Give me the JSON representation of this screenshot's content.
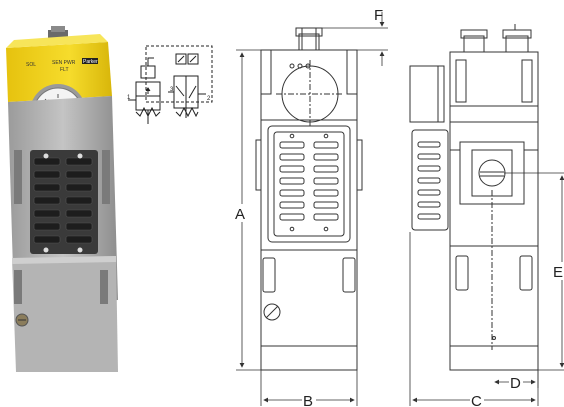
{
  "dimensions": {
    "A": "A",
    "B": "B",
    "C": "C",
    "D": "D",
    "E": "E",
    "F": "F"
  },
  "product_label": {
    "line1": "SOL",
    "line2": "SEN PWR",
    "line3": "FLT",
    "brand": "Parker"
  },
  "symbol_ports": {
    "p1": "1",
    "p2": "2",
    "p3": "3"
  },
  "colors": {
    "housing_yellow": "#f2d21c",
    "housing_gray": "#a8a8a8",
    "line": "#333333"
  }
}
